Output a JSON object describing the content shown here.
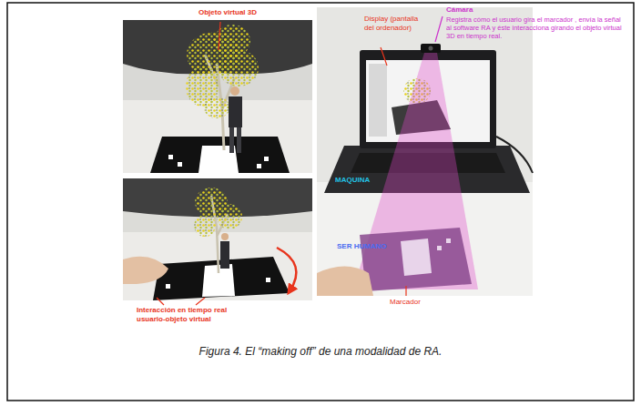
{
  "diagram": {
    "caption": "Figura 4. El “making off” de una modalidad de RA.",
    "labels": [
      "Objeto virtual 3D",
      "Interacción en tiempo real usuario-objeto virtual",
      "Display (pantalla del ordenador)",
      "Cámara",
      "Registra cómo el usuario gira el marcador , envía la señal al software RA y éste interacciona girando el objeto virtual 3D en tiempo real.",
      "MAQUINA",
      "SER HUMANO",
      "Marcador"
    ]
  }
}
